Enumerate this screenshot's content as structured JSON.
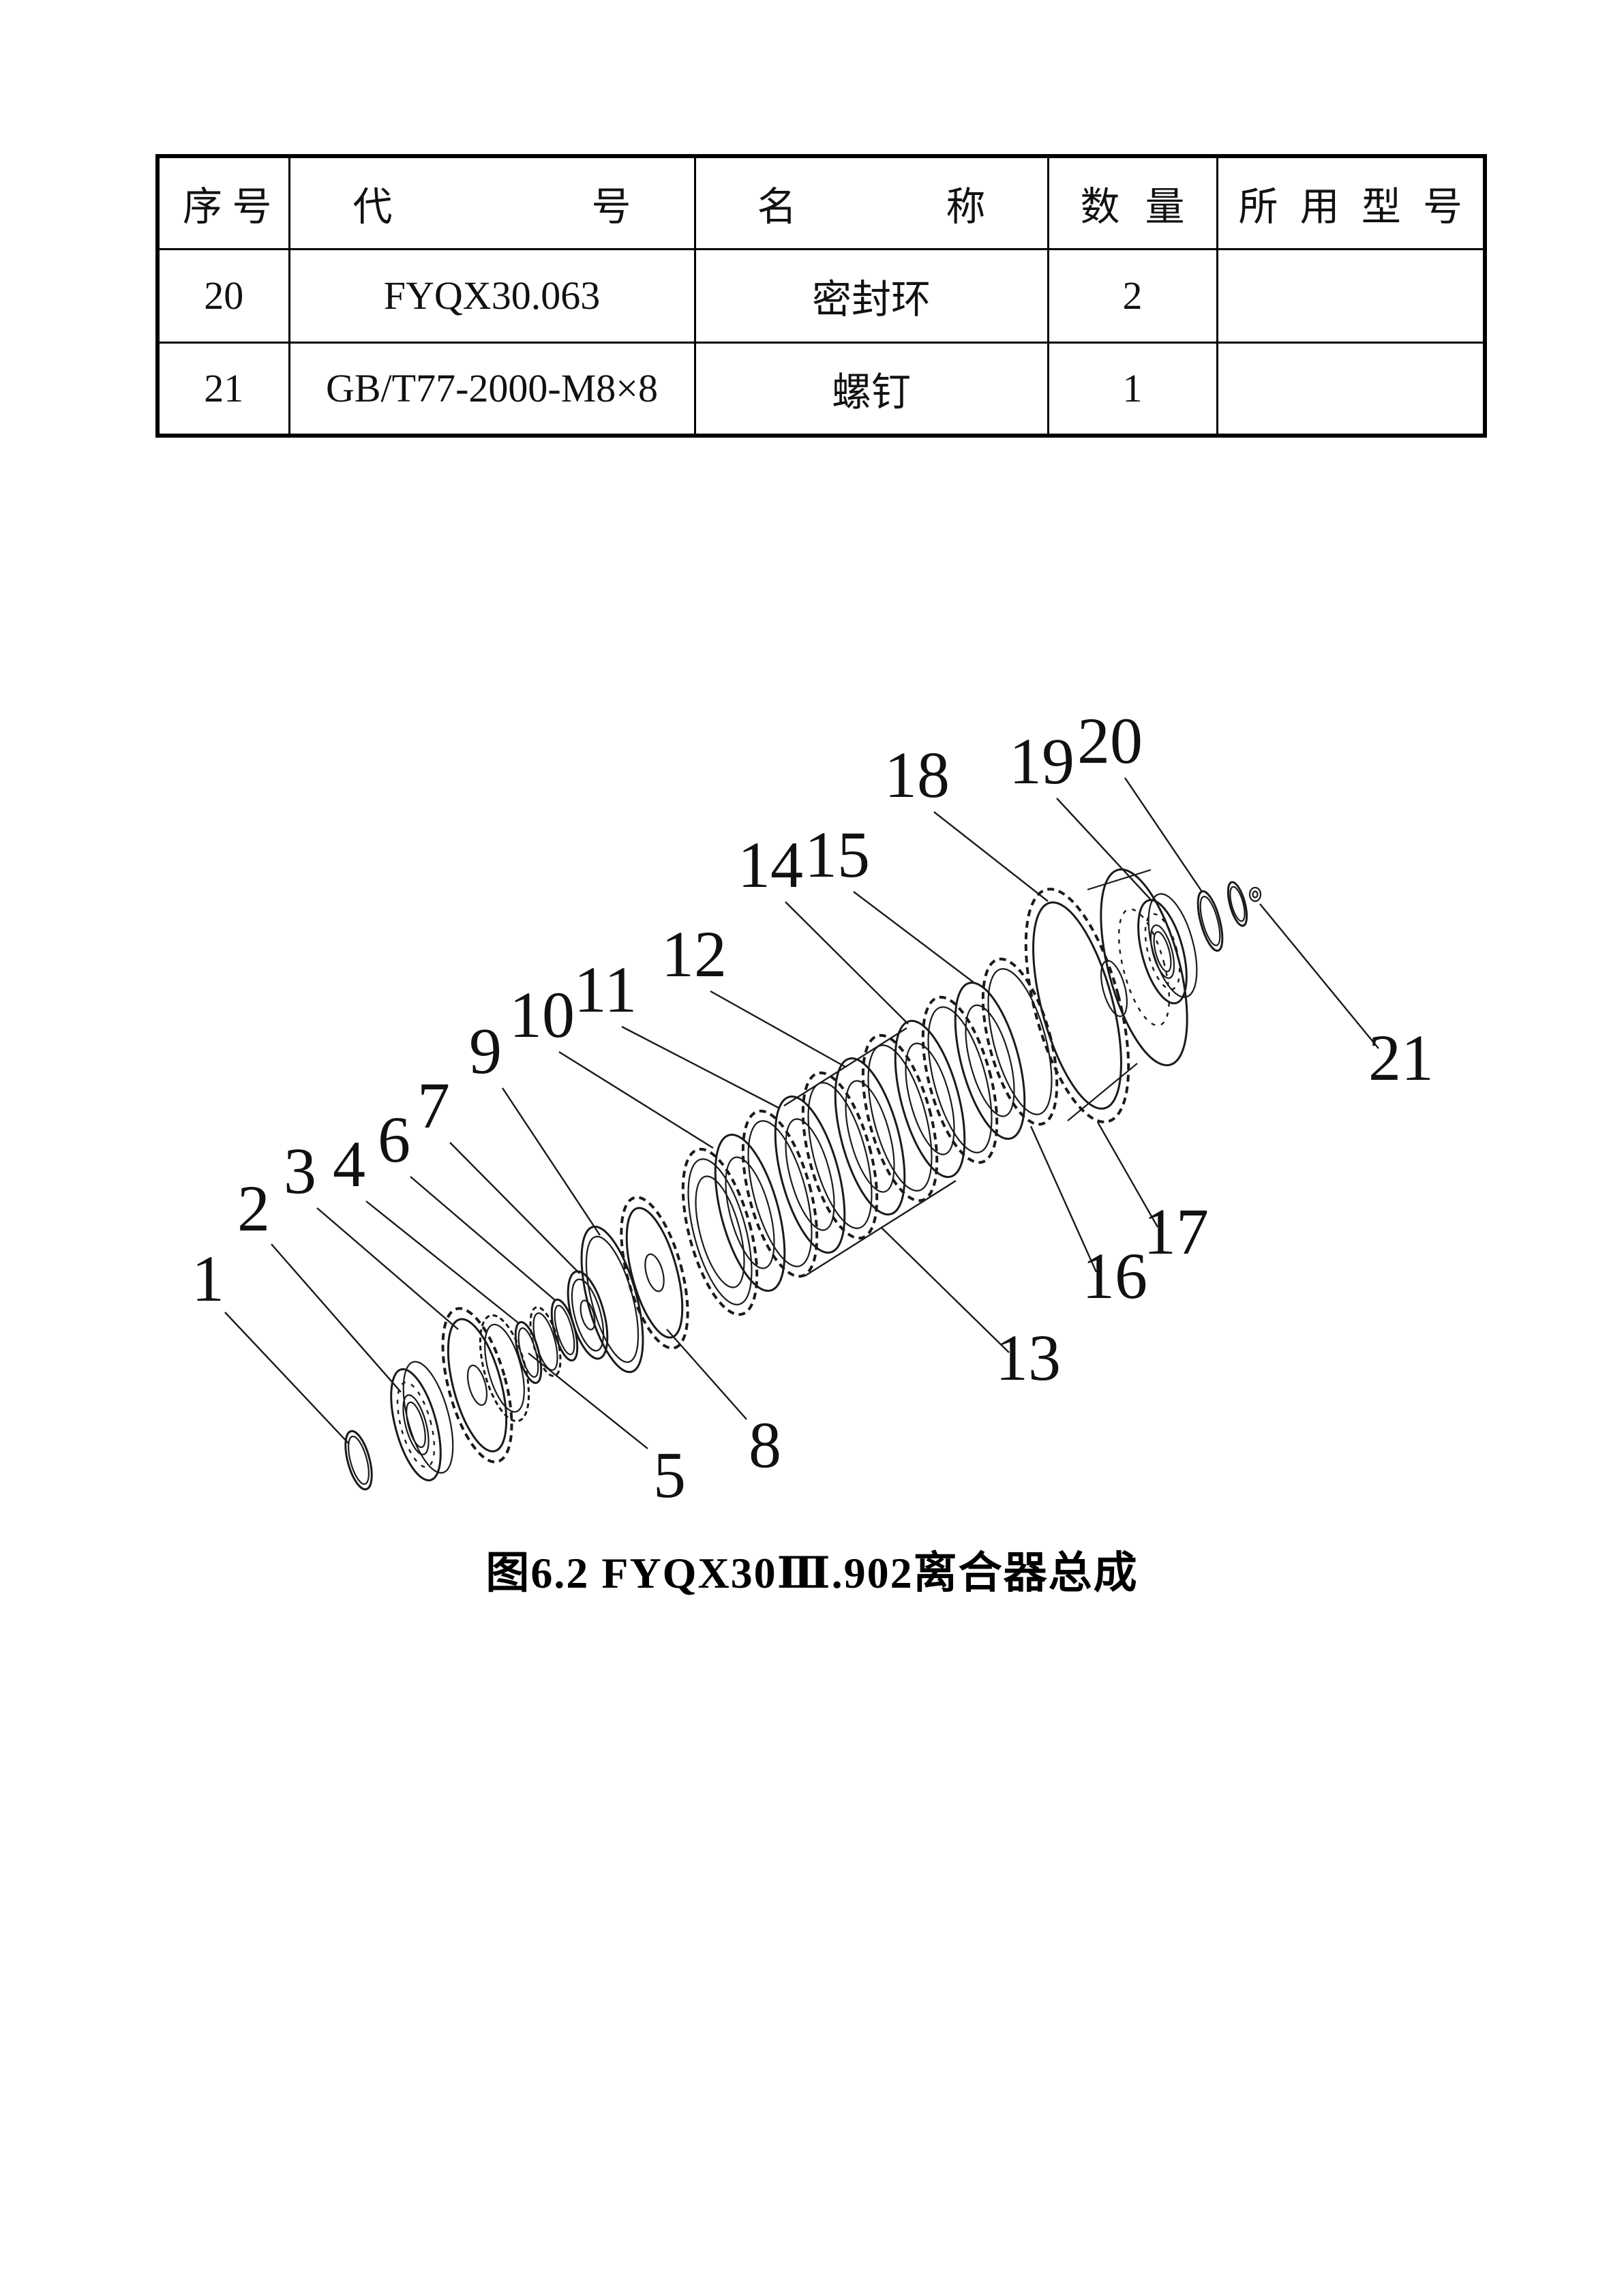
{
  "table": {
    "headers": [
      "序 号",
      "代 号",
      "名 称",
      "数 量",
      "所 用 型 号"
    ],
    "rows": [
      {
        "seq": "20",
        "code": "FYQX30.063",
        "name": "密封环",
        "qty": "2",
        "model": ""
      },
      {
        "seq": "21",
        "code": "GB/T77-2000-M8×8",
        "name": "螺钉",
        "qty": "1",
        "model": ""
      }
    ]
  },
  "figure": {
    "caption": "图6.2 FYQX30Ⅲ.902离合器总成",
    "part_labels": [
      "1",
      "2",
      "3",
      "4",
      "5",
      "6",
      "7",
      "8",
      "9",
      "10",
      "11",
      "12",
      "13",
      "14",
      "15",
      "16",
      "17",
      "18",
      "19",
      "20",
      "21"
    ]
  }
}
